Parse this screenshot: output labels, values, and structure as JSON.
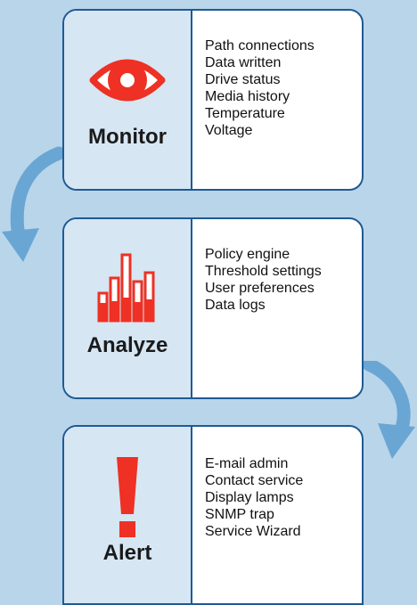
{
  "stages": [
    {
      "label": "Monitor",
      "icon": "eye-icon",
      "items": [
        "Path connections",
        "Data written",
        "Drive status",
        "Media history",
        "Temperature",
        "Voltage"
      ]
    },
    {
      "label": "Analyze",
      "icon": "bar-chart-icon",
      "items": [
        "Policy engine",
        "Threshold settings",
        "User preferences",
        "Data logs"
      ]
    },
    {
      "label": "Alert",
      "icon": "exclamation-icon",
      "items": [
        "E-mail admin",
        "Contact service",
        "Display lamps",
        "SNMP trap",
        "Service Wizard"
      ]
    }
  ],
  "colors": {
    "background": "#b9d5ea",
    "border": "#1f5a94",
    "panel": "#d6e6f3",
    "icon_red": "#ee3124",
    "arrow": "#6aa6d4"
  }
}
